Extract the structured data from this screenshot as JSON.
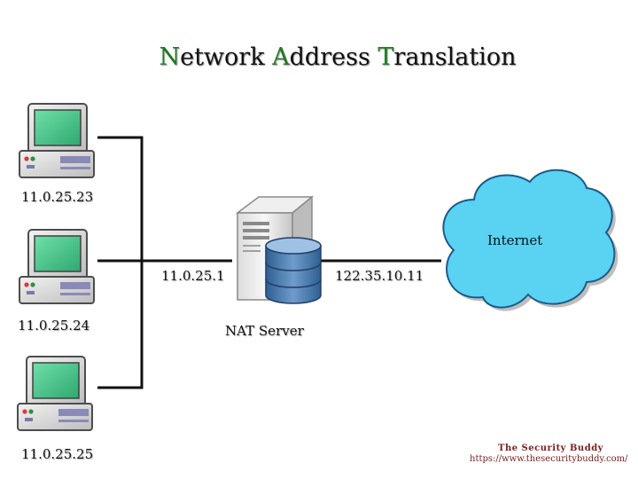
{
  "title": {
    "segments": [
      {
        "cap": "N",
        "rest": "etwork "
      },
      {
        "cap": "A",
        "rest": "ddress "
      },
      {
        "cap": "T",
        "rest": "ranslation"
      }
    ]
  },
  "computers": [
    {
      "ip": "11.0.25.23",
      "icon": "desktop-computer-icon"
    },
    {
      "ip": "11.0.25.24",
      "icon": "desktop-computer-icon"
    },
    {
      "ip": "11.0.25.25",
      "icon": "desktop-computer-icon"
    }
  ],
  "nat_server": {
    "label": "NAT Server",
    "inside_ip": "11.0.25.1",
    "outside_ip": "122.35.10.11",
    "icon": "server-database-icon"
  },
  "internet": {
    "label": "Internet",
    "icon": "cloud-icon",
    "fill_color": "#5ad2f2"
  },
  "credit": {
    "name": "The Security Buddy",
    "url": "https://www.thesecuritybuddy.com/"
  },
  "colors": {
    "title_capital": "#1f7a1f",
    "credit_text": "#7a1d1d",
    "line": "#111111"
  }
}
